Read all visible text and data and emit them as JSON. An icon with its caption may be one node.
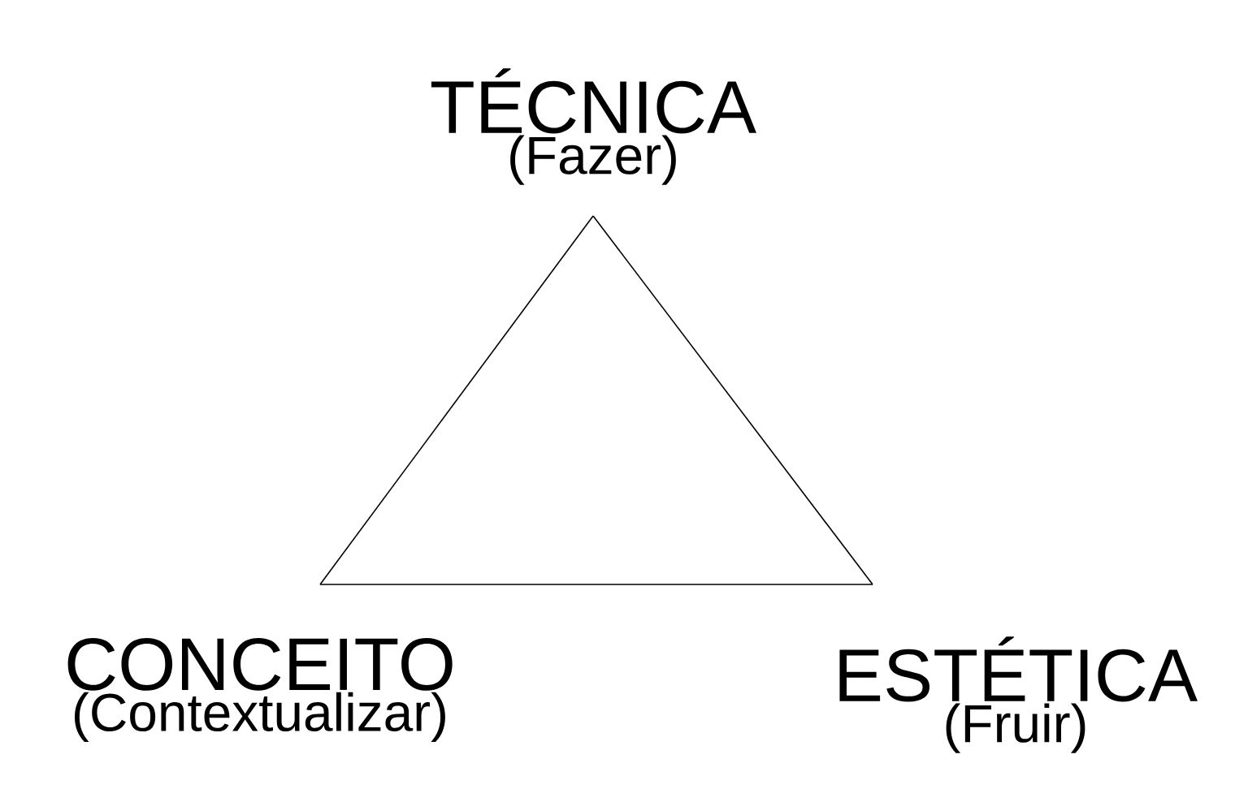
{
  "diagram": {
    "nodes": [
      {
        "text": [
          "TÉCNICA",
          "(Fazer)"
        ]
      },
      {
        "text": [
          "CONCEITO",
          "(Contextualizar)"
        ]
      },
      {
        "text": [
          "ESTÉTICA",
          "(Fruir)"
        ]
      }
    ],
    "edges": [
      {
        "from": 0,
        "to": 1,
        "arrow": "none"
      },
      {
        "from": 1,
        "to": 2,
        "arrow": "none"
      },
      {
        "from": 2,
        "to": 0,
        "arrow": "none"
      }
    ]
  }
}
